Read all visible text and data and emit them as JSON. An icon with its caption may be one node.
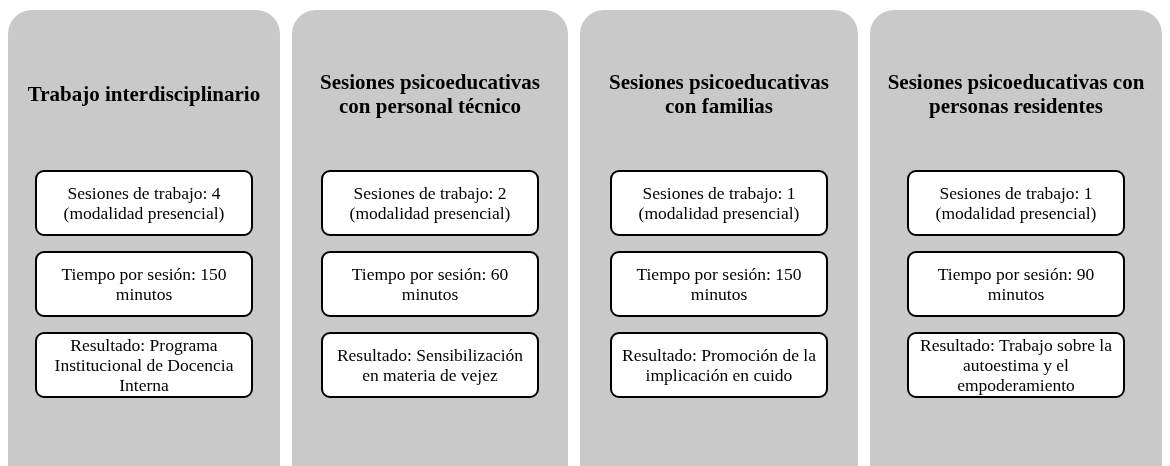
{
  "diagram": {
    "nodes": [
      {
        "text": [
          "Trabajo interdisciplinario"
        ]
      },
      {
        "text": [
          "Sesiones de trabajo: 4 (modalidad presencial)"
        ],
        "in": 0
      },
      {
        "text": [
          "Tiempo por sesión: 150 minutos"
        ],
        "in": 0
      },
      {
        "text": [
          "Resultado: Programa Institucional de Docencia Interna"
        ],
        "in": 0
      },
      {
        "text": [
          "Sesiones psicoeducativas con personal técnico"
        ]
      },
      {
        "text": [
          "Sesiones de trabajo: 2 (modalidad presencial)"
        ],
        "in": 4
      },
      {
        "text": [
          "Tiempo por sesión: 60 minutos"
        ],
        "in": 4
      },
      {
        "text": [
          "Resultado: Sensibilización en materia de vejez"
        ],
        "in": 4
      },
      {
        "text": [
          "Sesiones psicoeducativas con familias"
        ]
      },
      {
        "text": [
          "Sesiones de trabajo: 1 (modalidad presencial)"
        ],
        "in": 8
      },
      {
        "text": [
          "Tiempo por sesión: 150 minutos"
        ],
        "in": 8
      },
      {
        "text": [
          "Resultado: Promoción de la implicación en cuido"
        ],
        "in": 8
      },
      {
        "text": [
          "Sesiones psicoeducativas con personas residentes"
        ]
      },
      {
        "text": [
          "Sesiones de trabajo: 1 (modalidad presencial)"
        ],
        "in": 12
      },
      {
        "text": [
          "Tiempo por sesión: 90 minutos"
        ],
        "in": 12
      },
      {
        "text": [
          "Resultado: Trabajo sobre la autoestima y el empoderamiento"
        ],
        "in": 12
      }
    ]
  }
}
